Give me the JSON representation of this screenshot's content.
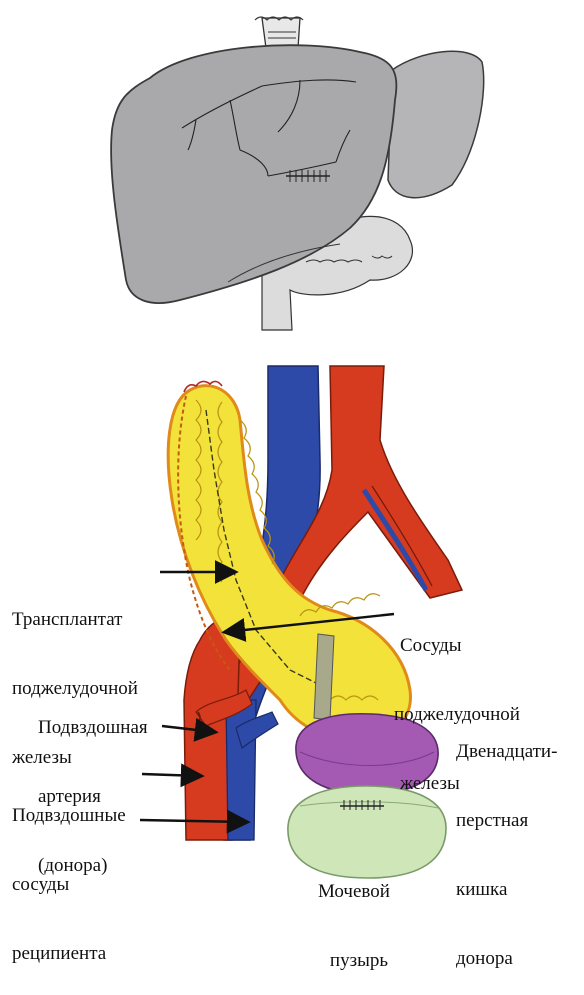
{
  "labels": {
    "pancreas_graft": [
      "Трансплантат",
      "поджелудочной",
      "железы"
    ],
    "pancreas_vessels": [
      "Сосуды",
      "поджелудочной",
      "железы"
    ],
    "iliac_artery": [
      "Подвздошная",
      "артерия",
      "(донора)"
    ],
    "duodenum": [
      "Двенадцати-",
      "перстная",
      "кишка",
      "донора"
    ],
    "iliac_vessels": [
      "Подвздошные",
      "сосуды",
      "реципиента"
    ],
    "bladder": [
      "Мочевой",
      "пузырь"
    ]
  },
  "colors": {
    "liver": "#a9a9ab",
    "liver_outline": "#3a3a3a",
    "artery": "#d63a1f",
    "vein": "#2e4aa8",
    "pancreas": "#f3e23a",
    "pancreas_edge": "#e08a1a",
    "duodenum": "#a45ab2",
    "bladder": "#cfe7b8"
  }
}
